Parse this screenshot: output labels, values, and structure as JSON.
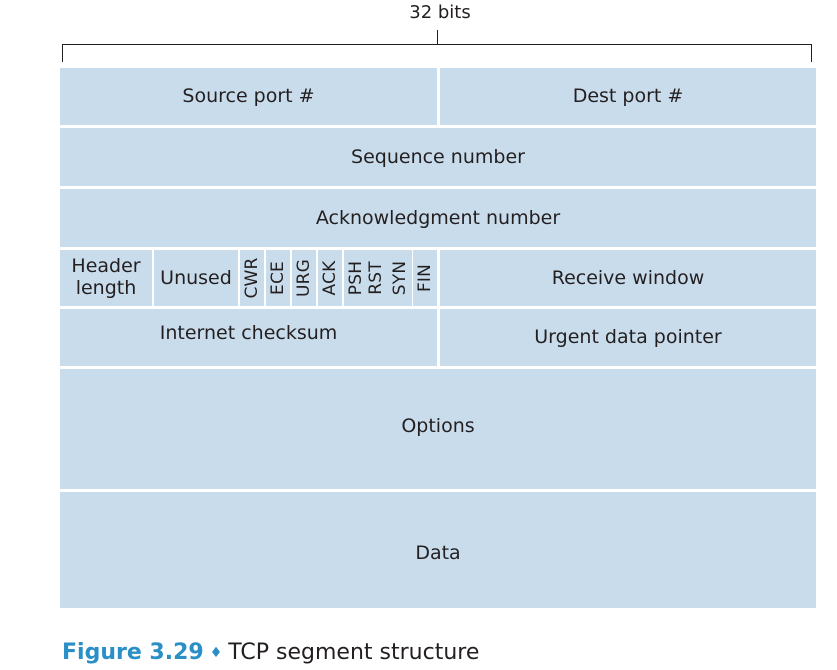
{
  "bits_label": "32 bits",
  "fields": {
    "source_port": "Source port #",
    "dest_port": "Dest port #",
    "sequence_number": "Sequence number",
    "ack_number": "Acknowledgment number",
    "header_length_line1": "Header",
    "header_length_line2": "length",
    "unused": "Unused",
    "receive_window": "Receive window",
    "internet_checksum": "Internet checksum",
    "urgent_data_pointer": "Urgent data pointer",
    "options": "Options",
    "data": "Data"
  },
  "flags": [
    "CWR",
    "ECE",
    "URG",
    "ACK",
    "PSH",
    "RST",
    "SYN",
    "FIN"
  ],
  "caption": {
    "figure": "Figure 3.29",
    "separator": "♦",
    "text": "TCP segment structure"
  },
  "colors": {
    "cell_fill": "#c9dcec",
    "caption_accent": "#2a8fc7"
  }
}
